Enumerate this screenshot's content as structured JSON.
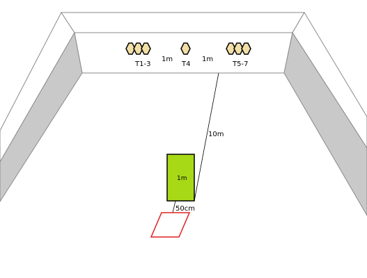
{
  "targets": {
    "group_left_label": "T1-3",
    "single_label": "T4",
    "group_right_label": "T5-7"
  },
  "spacing": {
    "left_gap_label": "1m",
    "right_gap_label": "1m"
  },
  "measurements": {
    "distance_label": "10m",
    "offset_label": "50cm"
  },
  "block": {
    "label": "1m"
  },
  "colors": {
    "target_fill": "#f1dfa6",
    "target_stroke": "#000000",
    "block_fill": "#a8d916",
    "marker_stroke": "#e02020",
    "wall_top": "#ffffff",
    "wall_side": "#c9c9c9",
    "wall_stroke": "#8a8a8a"
  }
}
